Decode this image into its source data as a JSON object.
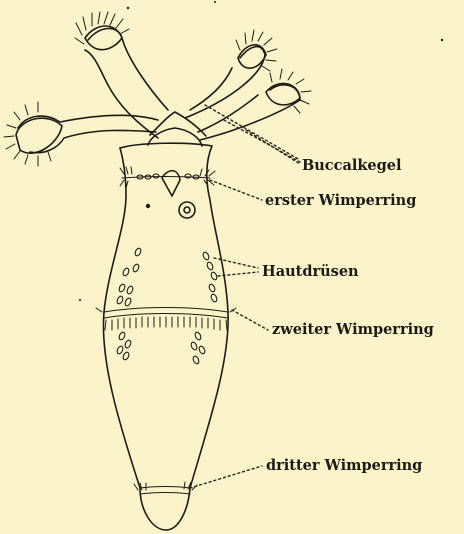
{
  "figure": {
    "labels": {
      "buccalkegel": "Buccalkegel",
      "erster_wimperring": "erster Wimperring",
      "hautdruesen": "Hautdrüsen",
      "zweiter_wimperring": "zweiter Wimperring",
      "dritter_wimperring": "dritter Wimperring"
    }
  }
}
